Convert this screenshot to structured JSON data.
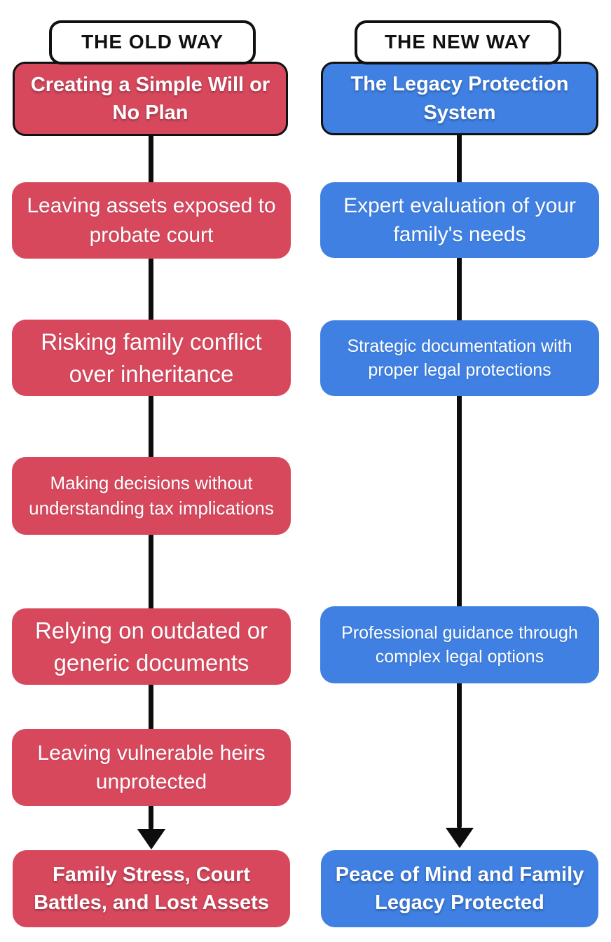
{
  "colors": {
    "red": "#d7485d",
    "blue": "#3f80e2",
    "line": "#0d0d0d",
    "header_bg": "#ffffff",
    "header_border": "#111111",
    "text_on_color": "#ffffff",
    "page_bg": "#ffffff"
  },
  "old_way": {
    "header": "THE OLD WAY",
    "title": "Creating a Simple Will or No Plan",
    "steps": [
      "Leaving assets exposed to probate court",
      "Risking family conflict over inheritance",
      "Making decisions without understanding tax implications",
      "Relying on outdated or generic documents",
      "Leaving vulnerable heirs unprotected"
    ],
    "result": "Family Stress, Court Battles, and Lost Assets"
  },
  "new_way": {
    "header": "THE NEW WAY",
    "title": "The Legacy Protection System",
    "steps": [
      "Expert evaluation of your family's needs",
      "Strategic documentation with proper legal protections",
      "Professional guidance through complex legal options"
    ],
    "result": "Peace of Mind and Family Legacy Protected"
  }
}
